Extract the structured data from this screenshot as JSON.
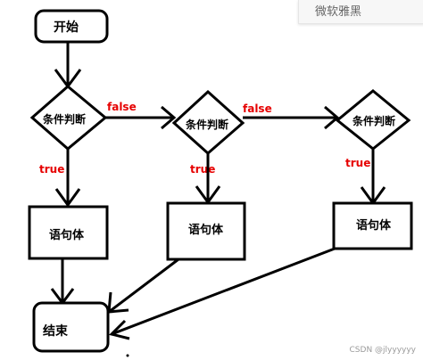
{
  "diagram": {
    "start_label": "开始",
    "end_label": "结束",
    "conditions": [
      "条件判断",
      "条件判断",
      "条件判断"
    ],
    "statements": [
      "语句体",
      "语句体",
      "语句体"
    ],
    "false_labels": [
      "false",
      "false"
    ],
    "true_labels": [
      "true",
      "true",
      "true"
    ],
    "colors": {
      "stroke": "#000000",
      "branch_label": "#e60000"
    }
  },
  "overlay": {
    "font_panel_text": "微软雅黑",
    "watermark": "CSDN @jlyyyyyy"
  }
}
